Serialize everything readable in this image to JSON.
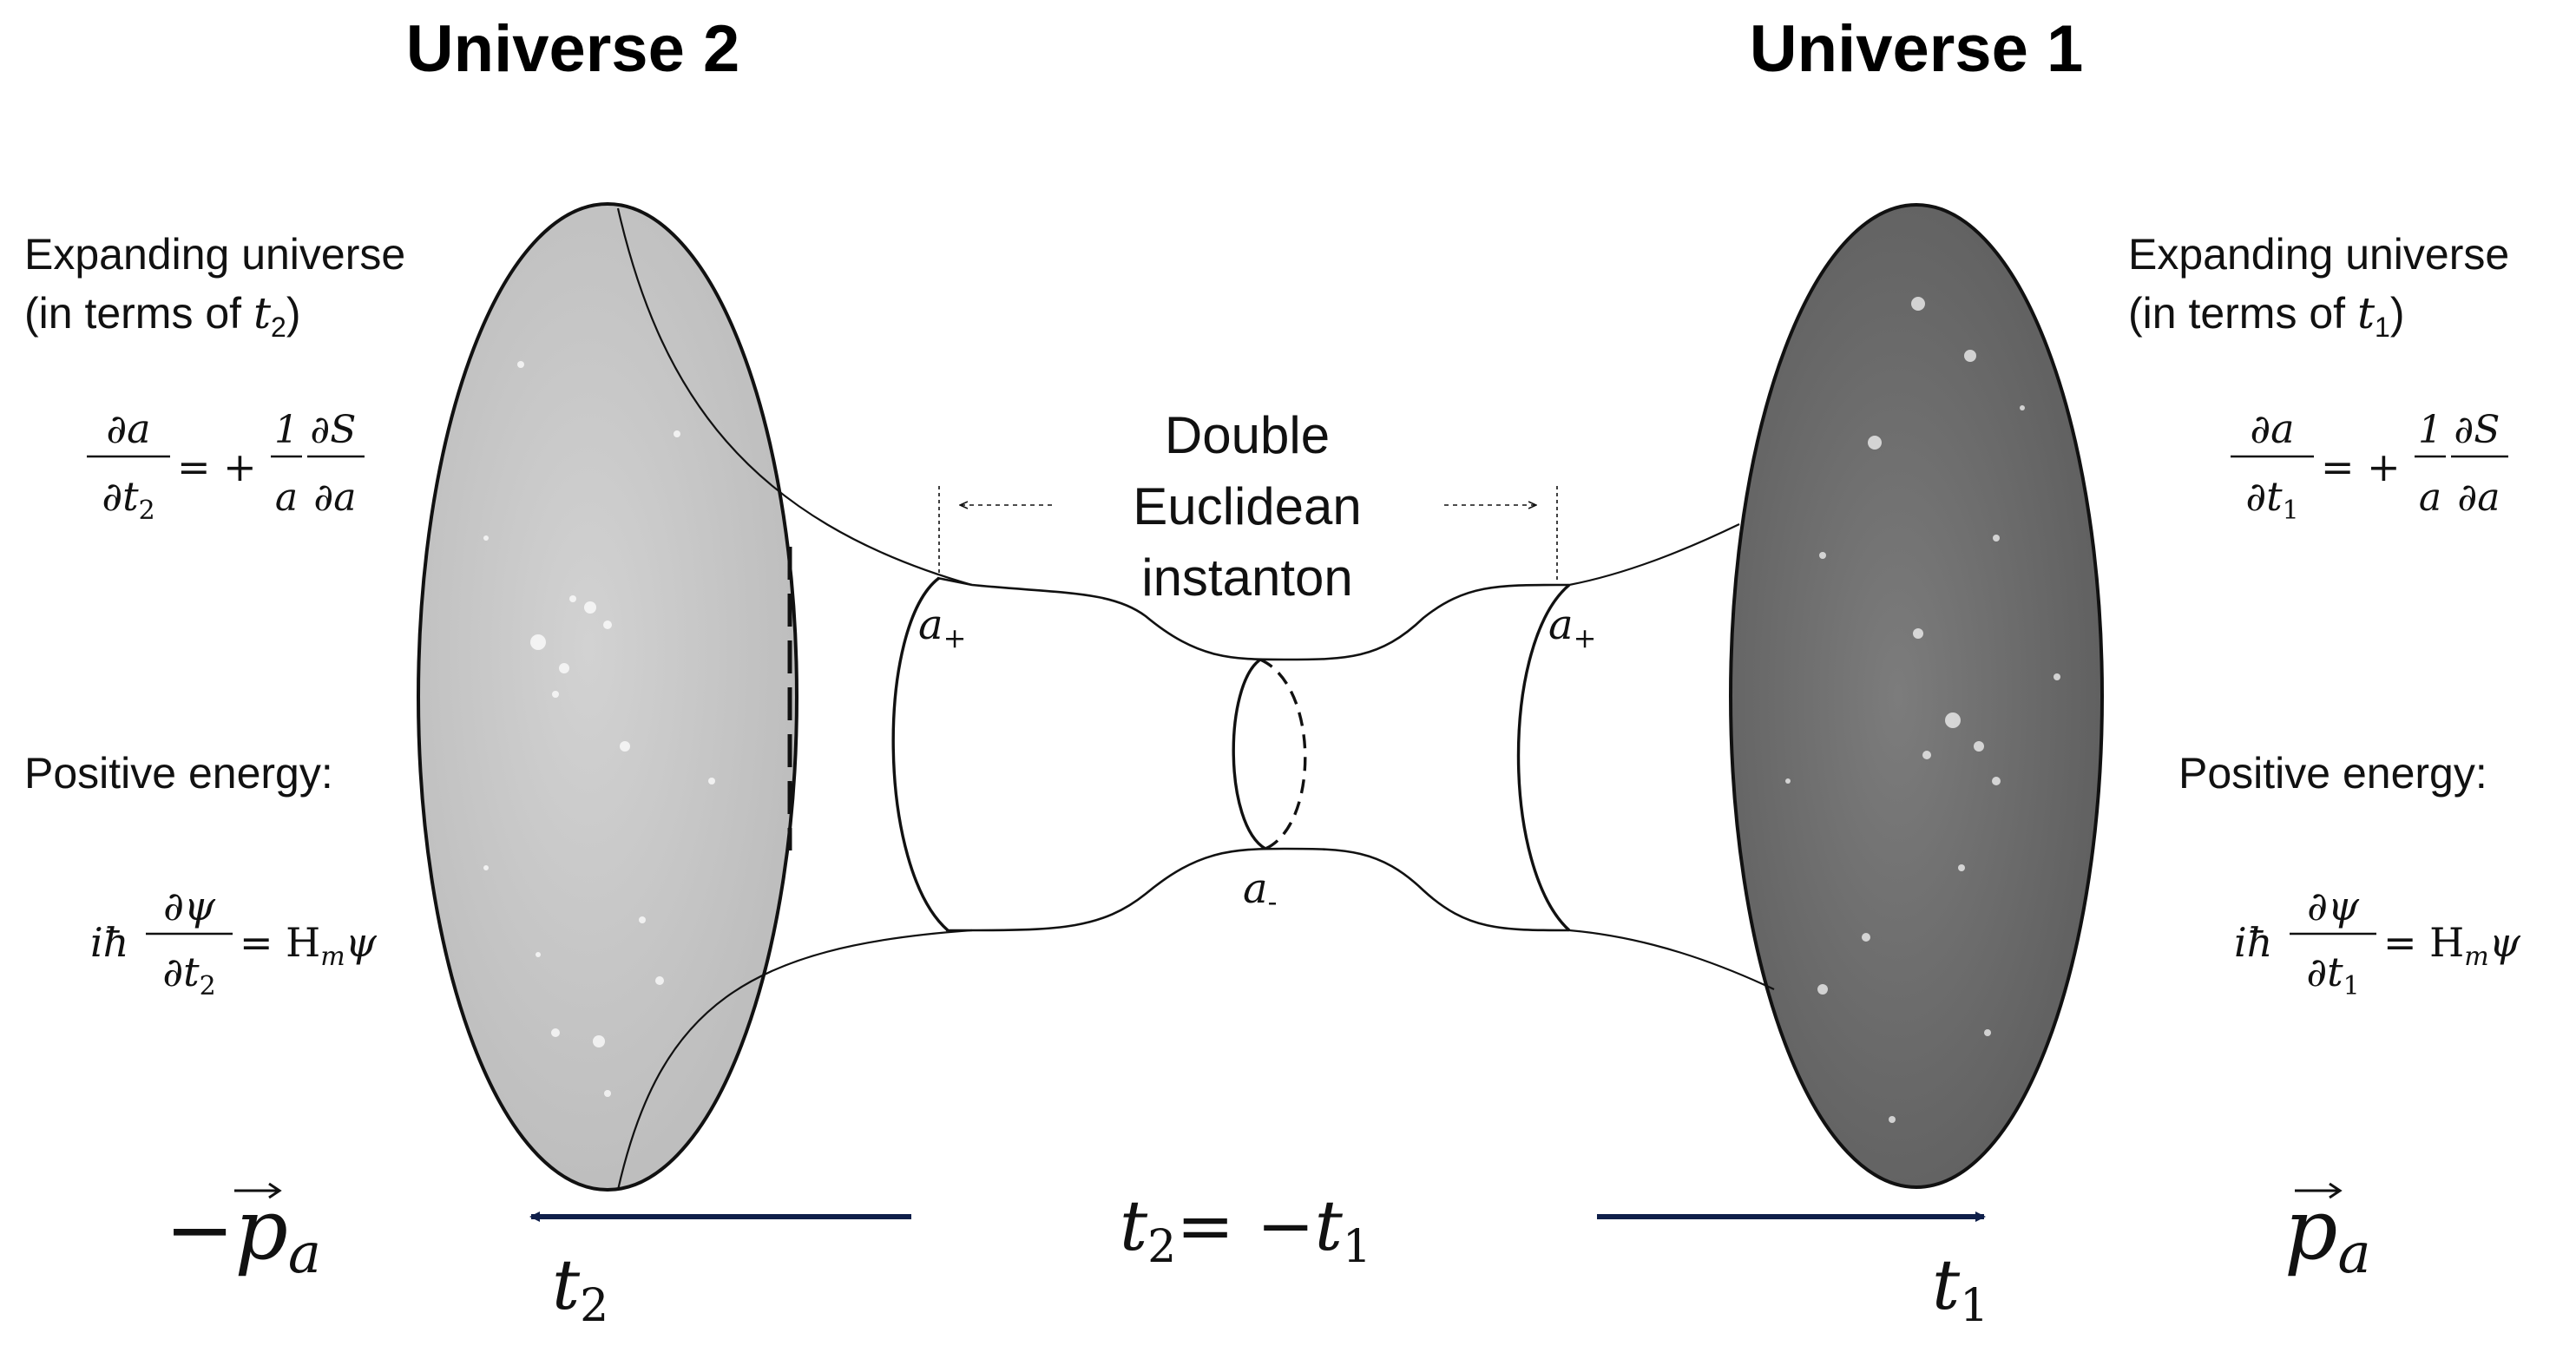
{
  "universe2": {
    "title": "Universe 2",
    "expanding_line1": "Expanding universe",
    "expanding_line2_prefix": "(in terms of ",
    "expanding_line2_var": "t",
    "expanding_line2_sub": "2",
    "expanding_line2_suffix": ")",
    "eq_hubble_num": "∂a",
    "eq_hubble_den_var": "∂t",
    "eq_hubble_den_sub": "2",
    "eq_hubble_mid": "= +",
    "eq_hubble_frac1_num": "1",
    "eq_hubble_frac1_den": "a",
    "eq_hubble_frac2_num": "∂S",
    "eq_hubble_frac2_den": "∂a",
    "positive_energy": "Positive energy:",
    "eq_schr_prefix": "iħ",
    "eq_schr_num": "∂ψ",
    "eq_schr_den_var": "∂t",
    "eq_schr_den_sub": "2",
    "eq_schr_rhs": "= H",
    "eq_schr_rhs_sub": "m",
    "eq_schr_rhs_tail": "ψ",
    "momentum_sign": "−",
    "momentum_var": "p",
    "momentum_sub": "a",
    "time_var": "t",
    "time_sub": "2"
  },
  "universe1": {
    "title": "Universe 1",
    "expanding_line1": "Expanding universe",
    "expanding_line2_prefix": "(in terms of ",
    "expanding_line2_var": "t",
    "expanding_line2_sub": "1",
    "expanding_line2_suffix": ")",
    "eq_hubble_num": "∂a",
    "eq_hubble_den_var": "∂t",
    "eq_hubble_den_sub": "1",
    "eq_hubble_mid": "= +",
    "eq_hubble_frac1_num": "1",
    "eq_hubble_frac1_den": "a",
    "eq_hubble_frac2_num": "∂S",
    "eq_hubble_frac2_den": "∂a",
    "positive_energy": "Positive energy:",
    "eq_schr_prefix": "iħ",
    "eq_schr_num": "∂ψ",
    "eq_schr_den_var": "∂t",
    "eq_schr_den_sub": "1",
    "eq_schr_rhs": "= H",
    "eq_schr_rhs_sub": "m",
    "eq_schr_rhs_tail": "ψ",
    "momentum_var": "p",
    "momentum_sub": "a",
    "time_var": "t",
    "time_sub": "1"
  },
  "center": {
    "instanton_line1": "Double",
    "instanton_line2": "Euclidean",
    "instanton_line3": "instanton",
    "a_plus_var": "a",
    "a_plus_sub": "+",
    "a_minus_var": "a",
    "a_minus_sub": "-",
    "time_relation_lhs_var": "t",
    "time_relation_lhs_sub": "2",
    "time_relation_mid": "= −",
    "time_relation_rhs_var": "t",
    "time_relation_rhs_sub": "1"
  },
  "colors": {
    "universe2_fill": "#c4c4c4",
    "universe1_fill": "#6e6e6e",
    "arrow": "#0f1f4a",
    "stroke": "#111111"
  }
}
